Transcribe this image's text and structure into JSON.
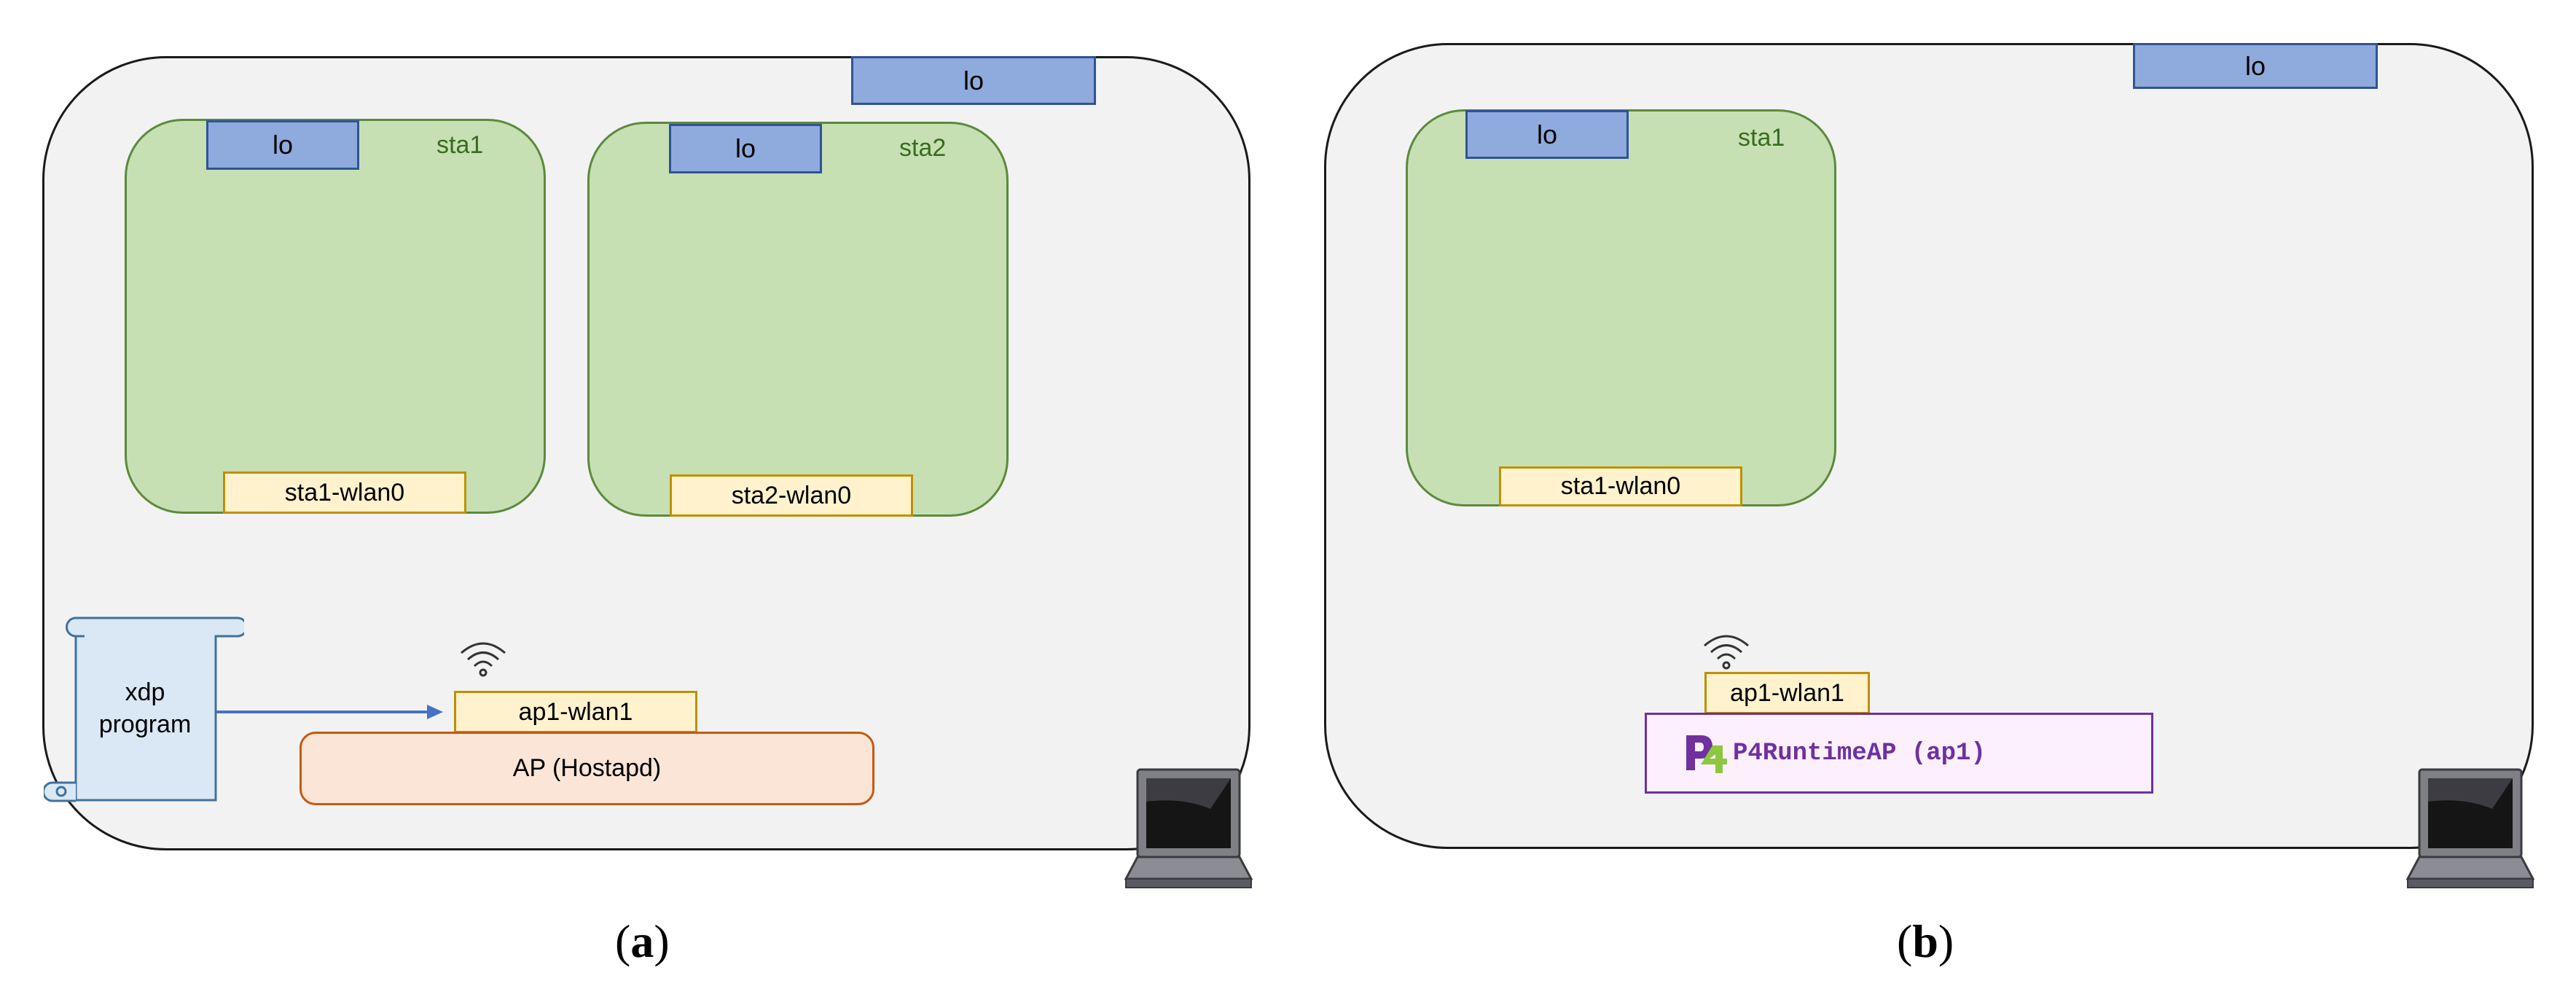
{
  "panel_a": {
    "host_lo": "lo",
    "sta1": {
      "name": "sta1",
      "lo": "lo",
      "wlan": "sta1-wlan0"
    },
    "sta2": {
      "name": "sta2",
      "lo": "lo",
      "wlan": "sta2-wlan0"
    },
    "xdp": {
      "line1": "xdp",
      "line2": "program"
    },
    "ap_wlan": "ap1-wlan1",
    "ap_label": "AP (Hostapd)",
    "caption_open": "(",
    "caption_letter": "a",
    "caption_close": ")"
  },
  "panel_b": {
    "host_lo": "lo",
    "sta1": {
      "name": "sta1",
      "lo": "lo",
      "wlan": "sta1-wlan0"
    },
    "ap_wlan": "ap1-wlan1",
    "p4_label": "P4RuntimeAP (ap1)",
    "caption_open": "(",
    "caption_letter": "b",
    "caption_close": ")"
  },
  "colors": {
    "host_fill": "#f2f2f2",
    "station_fill": "#c6e0b4",
    "lo_fill": "#8faadc",
    "wlan_fill": "#fff2cc",
    "ap_fill": "#fbe5d6",
    "p4_accent": "#7030a0",
    "arrow": "#4472c4"
  },
  "icons": [
    "wifi-icon",
    "laptop-icon",
    "scroll-icon",
    "p4-logo"
  ]
}
